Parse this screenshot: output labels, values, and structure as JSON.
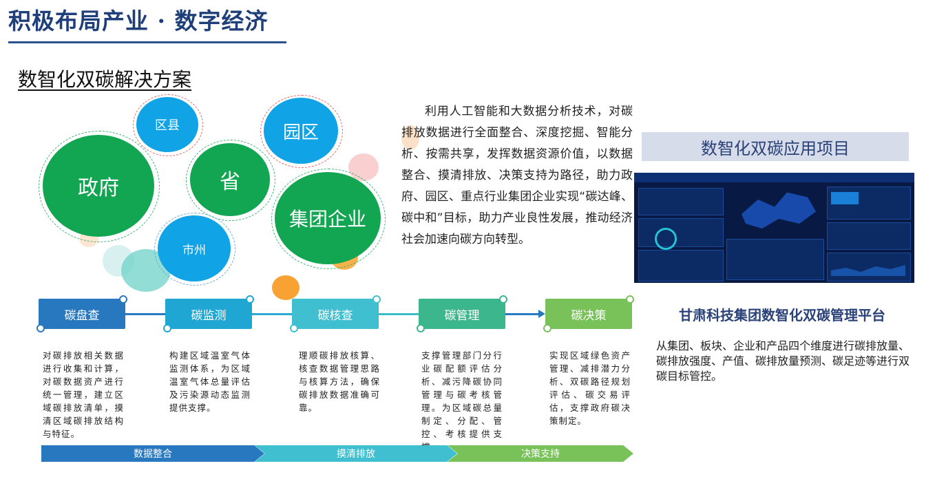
{
  "header": {
    "title": "积极布局产业 · 数字经济"
  },
  "section": {
    "title": "数智化双碳解决方案"
  },
  "bubbles": {
    "gov": "政府",
    "county": "区县",
    "province": "省",
    "park": "园区",
    "group": "集团企业",
    "city": "市州"
  },
  "intro": "利用人工智能和大数据分析技术，对碳排放数据进行全面整合、深度挖掘、智能分析、按需共享，发挥数据资源价值，以数据整合、摸清排放、决策支持为路径，助力政府、园区、重点行业集团企业实现“碳达峰、碳中和”目标，助力产业良性发展，推动经济社会加速向碳方向转型。",
  "project": {
    "banner": "数智化双碳应用项目",
    "platform_title": "甘肃科技集团数智化双碳管理平台",
    "platform_desc": "从集团、板块、企业和产品四个维度进行碳排放量、碳排放强度、产值、碳排放量预测、碳足迹等进行双碳目标管控。"
  },
  "steps": [
    {
      "label": "碳盘查",
      "color": "#2878c0",
      "desc": "对碳排放相关数据进行收集和计算，对碳数据资产进行统一管理，建立区域碳排放清单，摸清区域碳排放结构与特征。"
    },
    {
      "label": "碳监测",
      "color": "#1fa6d2",
      "desc": "构建区域温室气体监测体系，为区域温室气体总量评估及污染源动态监测提供支撑。"
    },
    {
      "label": "碳核查",
      "color": "#3fbfcf",
      "desc": "理顺碳排放核算、核查数据管理思路与核算方法，确保碳排放数据准确可靠。"
    },
    {
      "label": "碳管理",
      "color": "#3cb68c",
      "desc": "支撑管理部门分行业碳配额评估分析、减污降碳协同管理与碳考核管理。为区域碳总量制定、分配、管控、考核提供支撑。"
    },
    {
      "label": "碳决策",
      "color": "#79c25a",
      "desc": "实现区域绿色资产管理、减排潜力分析、双碳路径规划评估、碳交易评估，支撑政府碳决策制定。"
    }
  ],
  "phases": [
    {
      "label": "数据整合",
      "color": "#2878c0"
    },
    {
      "label": "摸清排放",
      "color": "#3fbfcf"
    },
    {
      "label": "决策支持",
      "color": "#79c25a"
    }
  ]
}
